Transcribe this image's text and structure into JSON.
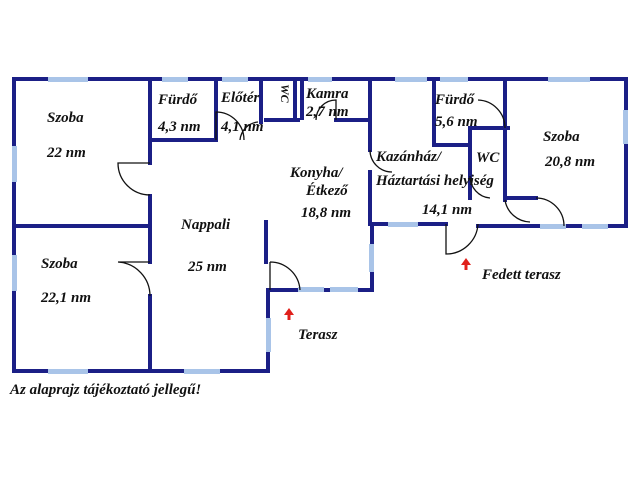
{
  "colors": {
    "wall": "#1b1f86",
    "window": "#a9c4e8",
    "door": "#111111",
    "arrow": "#e0201b"
  },
  "rooms": {
    "szoba1": {
      "name": "Szoba",
      "area": "22 nm"
    },
    "furdo1": {
      "name": "Fürdő",
      "area": "4,3 nm"
    },
    "eloter": {
      "name": "Előtér",
      "area": "4,1 nm"
    },
    "wc1": {
      "name": "WC"
    },
    "kamra": {
      "name": "Kamra",
      "area": "2,7 nm"
    },
    "furdo2": {
      "name": "Fürdő",
      "area": "5,6 nm"
    },
    "szoba3": {
      "name": "Szoba",
      "area": "20,8 nm"
    },
    "konyha": {
      "name": "Konyha/ Étkező",
      "area": "18,8 nm"
    },
    "kazanhaz": {
      "name": "Kazánház/ Háztartási helyiség",
      "area": "14,1 nm"
    },
    "wc2": {
      "name": "WC"
    },
    "nappali": {
      "name": "Nappali",
      "area": "25 nm"
    },
    "szoba2": {
      "name": "Szoba",
      "area": "22,1 nm"
    }
  },
  "entrances": {
    "fedett_terasz": "Fedett terasz",
    "terasz": "Terasz"
  },
  "note": "Az alaprajz tájékoztató jellegű!"
}
